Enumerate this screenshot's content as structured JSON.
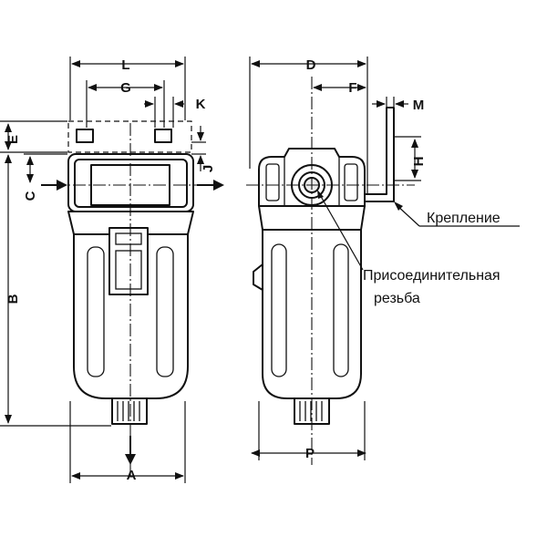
{
  "dimensions": {
    "A": "A",
    "B": "B",
    "C": "C",
    "D": "D",
    "E": "E",
    "F": "F",
    "G": "G",
    "H": "H",
    "J": "J",
    "K": "K",
    "L": "L",
    "M": "M",
    "P": "P"
  },
  "callouts": {
    "mount": "Крепление",
    "thread_line1": "Присоединительная",
    "thread_line2": "резьба"
  }
}
